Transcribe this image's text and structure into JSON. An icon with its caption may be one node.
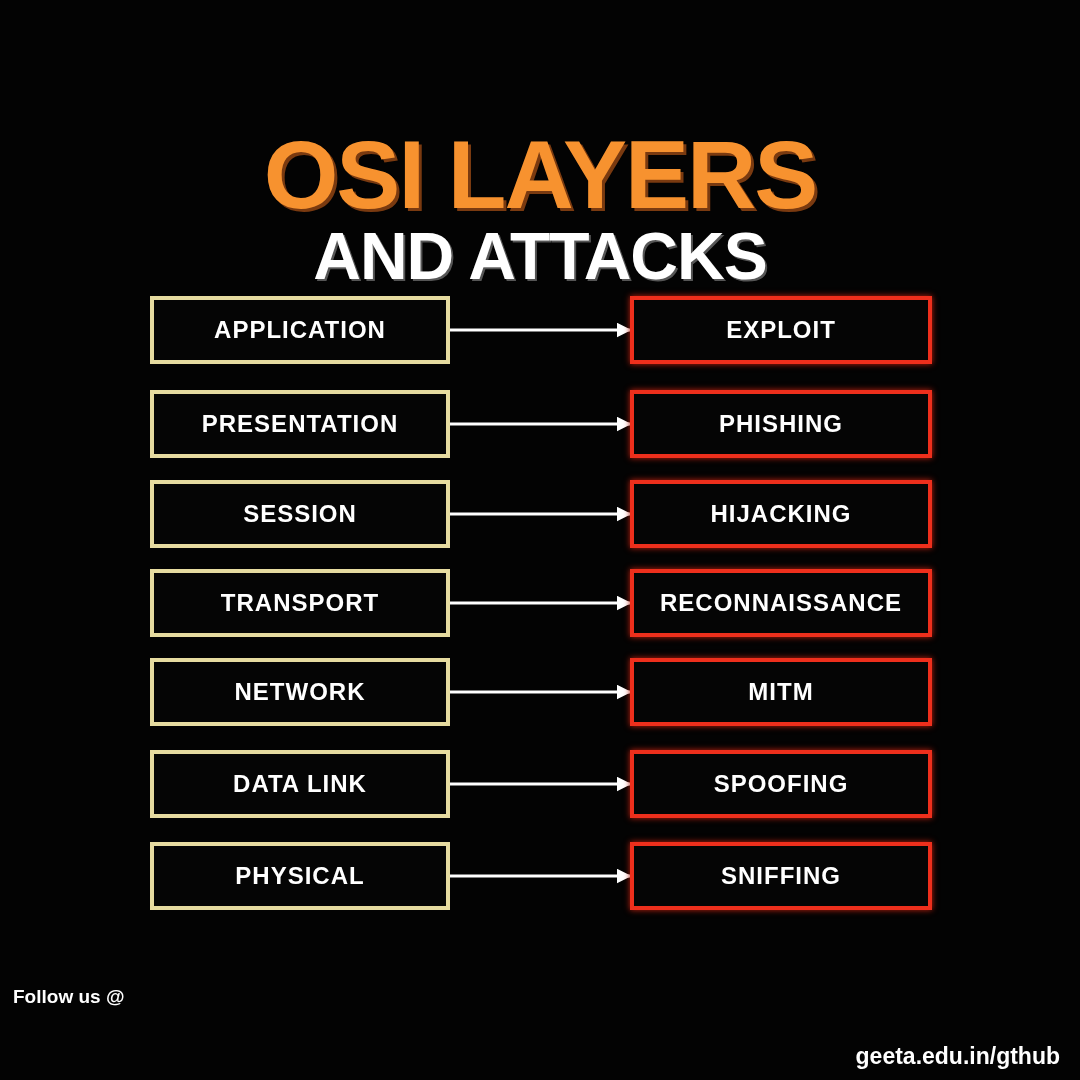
{
  "diagram": {
    "title": "OSI LAYERS",
    "nodes": [
      {
        "text": [
          "APPLICATION"
        ]
      },
      {
        "text": [
          "EXPLOIT"
        ]
      },
      {
        "text": [
          "PRESENTATION"
        ]
      },
      {
        "text": [
          "PHISHING"
        ]
      },
      {
        "text": [
          "SESSION"
        ]
      },
      {
        "text": [
          "HIJACKING"
        ]
      },
      {
        "text": [
          "TRANSPORT"
        ]
      },
      {
        "text": [
          "RECONNAISSANCE"
        ]
      },
      {
        "text": [
          "NETWORK"
        ]
      },
      {
        "text": [
          "MITM"
        ]
      },
      {
        "text": [
          "DATA LINK"
        ]
      },
      {
        "text": [
          "SPOOFING"
        ]
      },
      {
        "text": [
          "PHYSICAL"
        ]
      },
      {
        "text": [
          "SNIFFING"
        ]
      }
    ],
    "edges": [
      {
        "from": 0,
        "to": 1,
        "arrow": "to"
      },
      {
        "from": 2,
        "to": 3,
        "arrow": "to"
      },
      {
        "from": 4,
        "to": 5,
        "arrow": "to"
      },
      {
        "from": 6,
        "to": 7,
        "arrow": "to"
      },
      {
        "from": 8,
        "to": 9,
        "arrow": "to"
      },
      {
        "from": 10,
        "to": 11,
        "arrow": "to"
      },
      {
        "from": 12,
        "to": 13,
        "arrow": "to"
      }
    ],
    "labels": [
      "AND ATTACKS",
      "Follow us @",
      "geeta.edu.in/gthub"
    ]
  }
}
